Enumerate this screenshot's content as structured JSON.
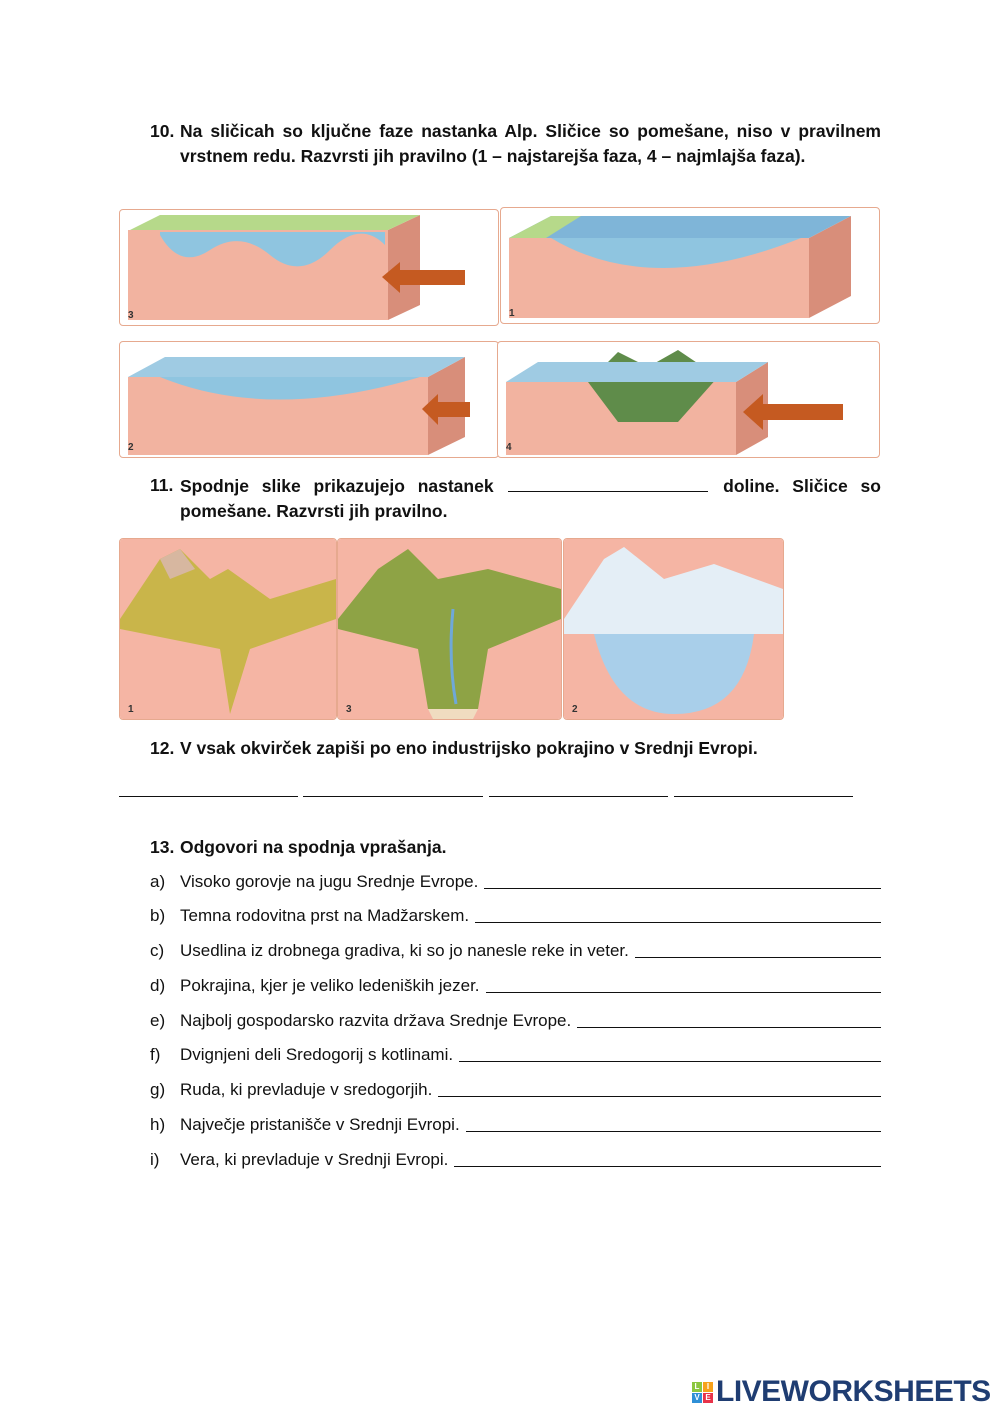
{
  "q10": {
    "number": "10.",
    "text": "Na sličicah so ključne faze nastanka Alp. Sličice so pomešane, niso v pravilnem vrstnem redu. Razvrsti jih pravilno (1 – najstarejša faza, 4 – najmlajša faza).",
    "images": [
      {
        "label": "3"
      },
      {
        "label": "1"
      },
      {
        "label": "2"
      },
      {
        "label": "4"
      }
    ]
  },
  "q11": {
    "number": "11.",
    "text_before": "Spodnje slike prikazujejo nastanek",
    "text_after": "doline. Sličice so pomešane. Razvrsti jih pravilno.",
    "images": [
      {
        "label": "1"
      },
      {
        "label": "3"
      },
      {
        "label": "2"
      }
    ]
  },
  "q12": {
    "number": "12.",
    "text": "V vsak okvirček zapiši po eno industrijsko pokrajino v Srednji Evropi."
  },
  "q13": {
    "number": "13.",
    "text": "Odgovori na spodnja vprašanja.",
    "items": [
      {
        "letter": "a)",
        "text": "Visoko gorovje na jugu Srednje Evrope."
      },
      {
        "letter": "b)",
        "text": "Temna rodovitna prst na Madžarskem."
      },
      {
        "letter": "c)",
        "text": "Usedlina iz drobnega gradiva, ki so jo nanesle reke in veter."
      },
      {
        "letter": "d)",
        "text": "Pokrajina, kjer je veliko ledeniških jezer."
      },
      {
        "letter": "e)",
        "text": "Najbolj gospodarsko razvita država Srednje Evrope."
      },
      {
        "letter": "f)",
        "text": "Dvignjeni deli Sredogorij s kotlinami."
      },
      {
        "letter": "g)",
        "text": "Ruda, ki prevladuje v sredogorjih."
      },
      {
        "letter": "h)",
        "text": "Največje pristanišče v Srednji Evropi."
      },
      {
        "letter": "i)",
        "text": "Vera, ki prevladuje v Srednji Evropi."
      }
    ]
  },
  "logo": {
    "text": "LIVEWORKSHEETS",
    "tiles": [
      "L",
      "I",
      "V",
      "E"
    ]
  }
}
